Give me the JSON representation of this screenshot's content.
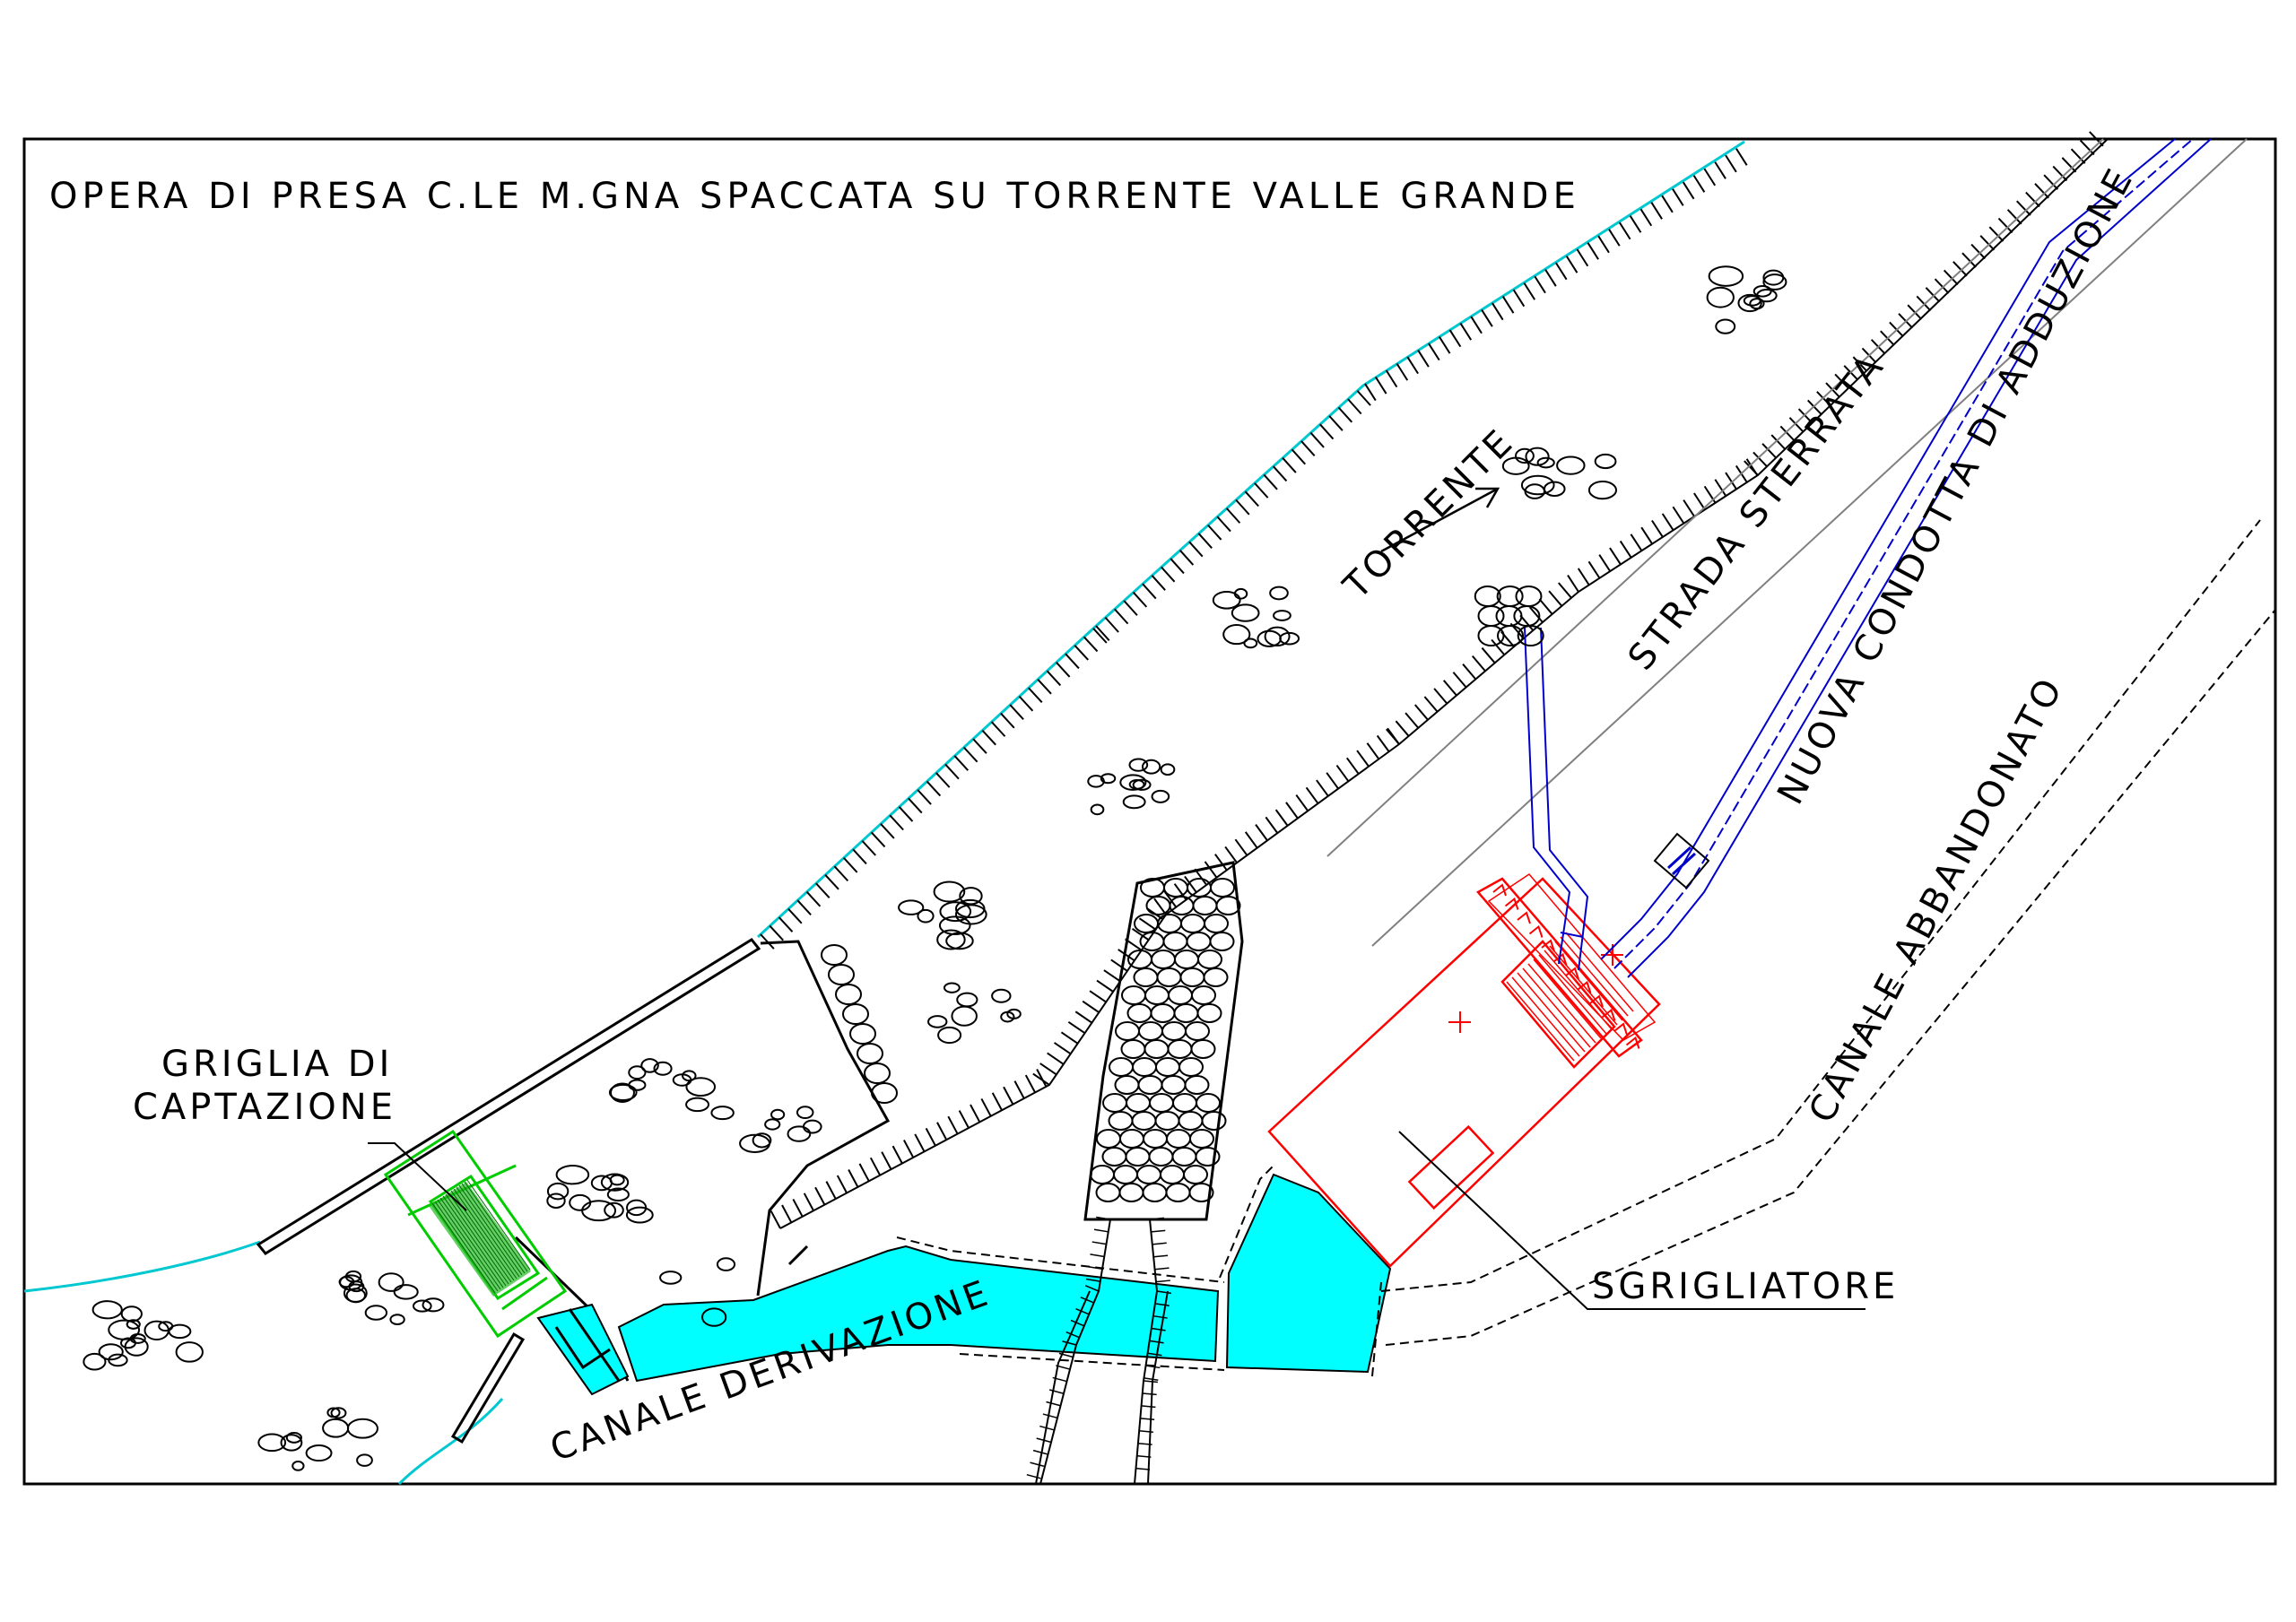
{
  "title": "OPERA DI PRESA C.LE M.GNA SPACCATA SU TORRENTE VALLE GRANDE",
  "labels": {
    "griglia_line1": "GRIGLIA DI",
    "griglia_line2": "CAPTAZIONE",
    "canale_derivazione": "CANALE DERIVAZIONE",
    "torrente": "TORRENTE",
    "strada_sterrata": "STRADA STERRATA",
    "nuova_condotta": "NUOVA CONDOTTA DI ADDUZIONE",
    "canale_abbandonato": "CANALE ABBANDONATO",
    "sgrigliatore": "SGRIGLIATORE"
  },
  "colors": {
    "water": "#00ffff",
    "water_line": "#00c8d0",
    "grid": "#00cc00",
    "sgrigliatore": "#ff0000",
    "condotta": "#0000cc",
    "road": "#808080",
    "ink": "#000000"
  }
}
